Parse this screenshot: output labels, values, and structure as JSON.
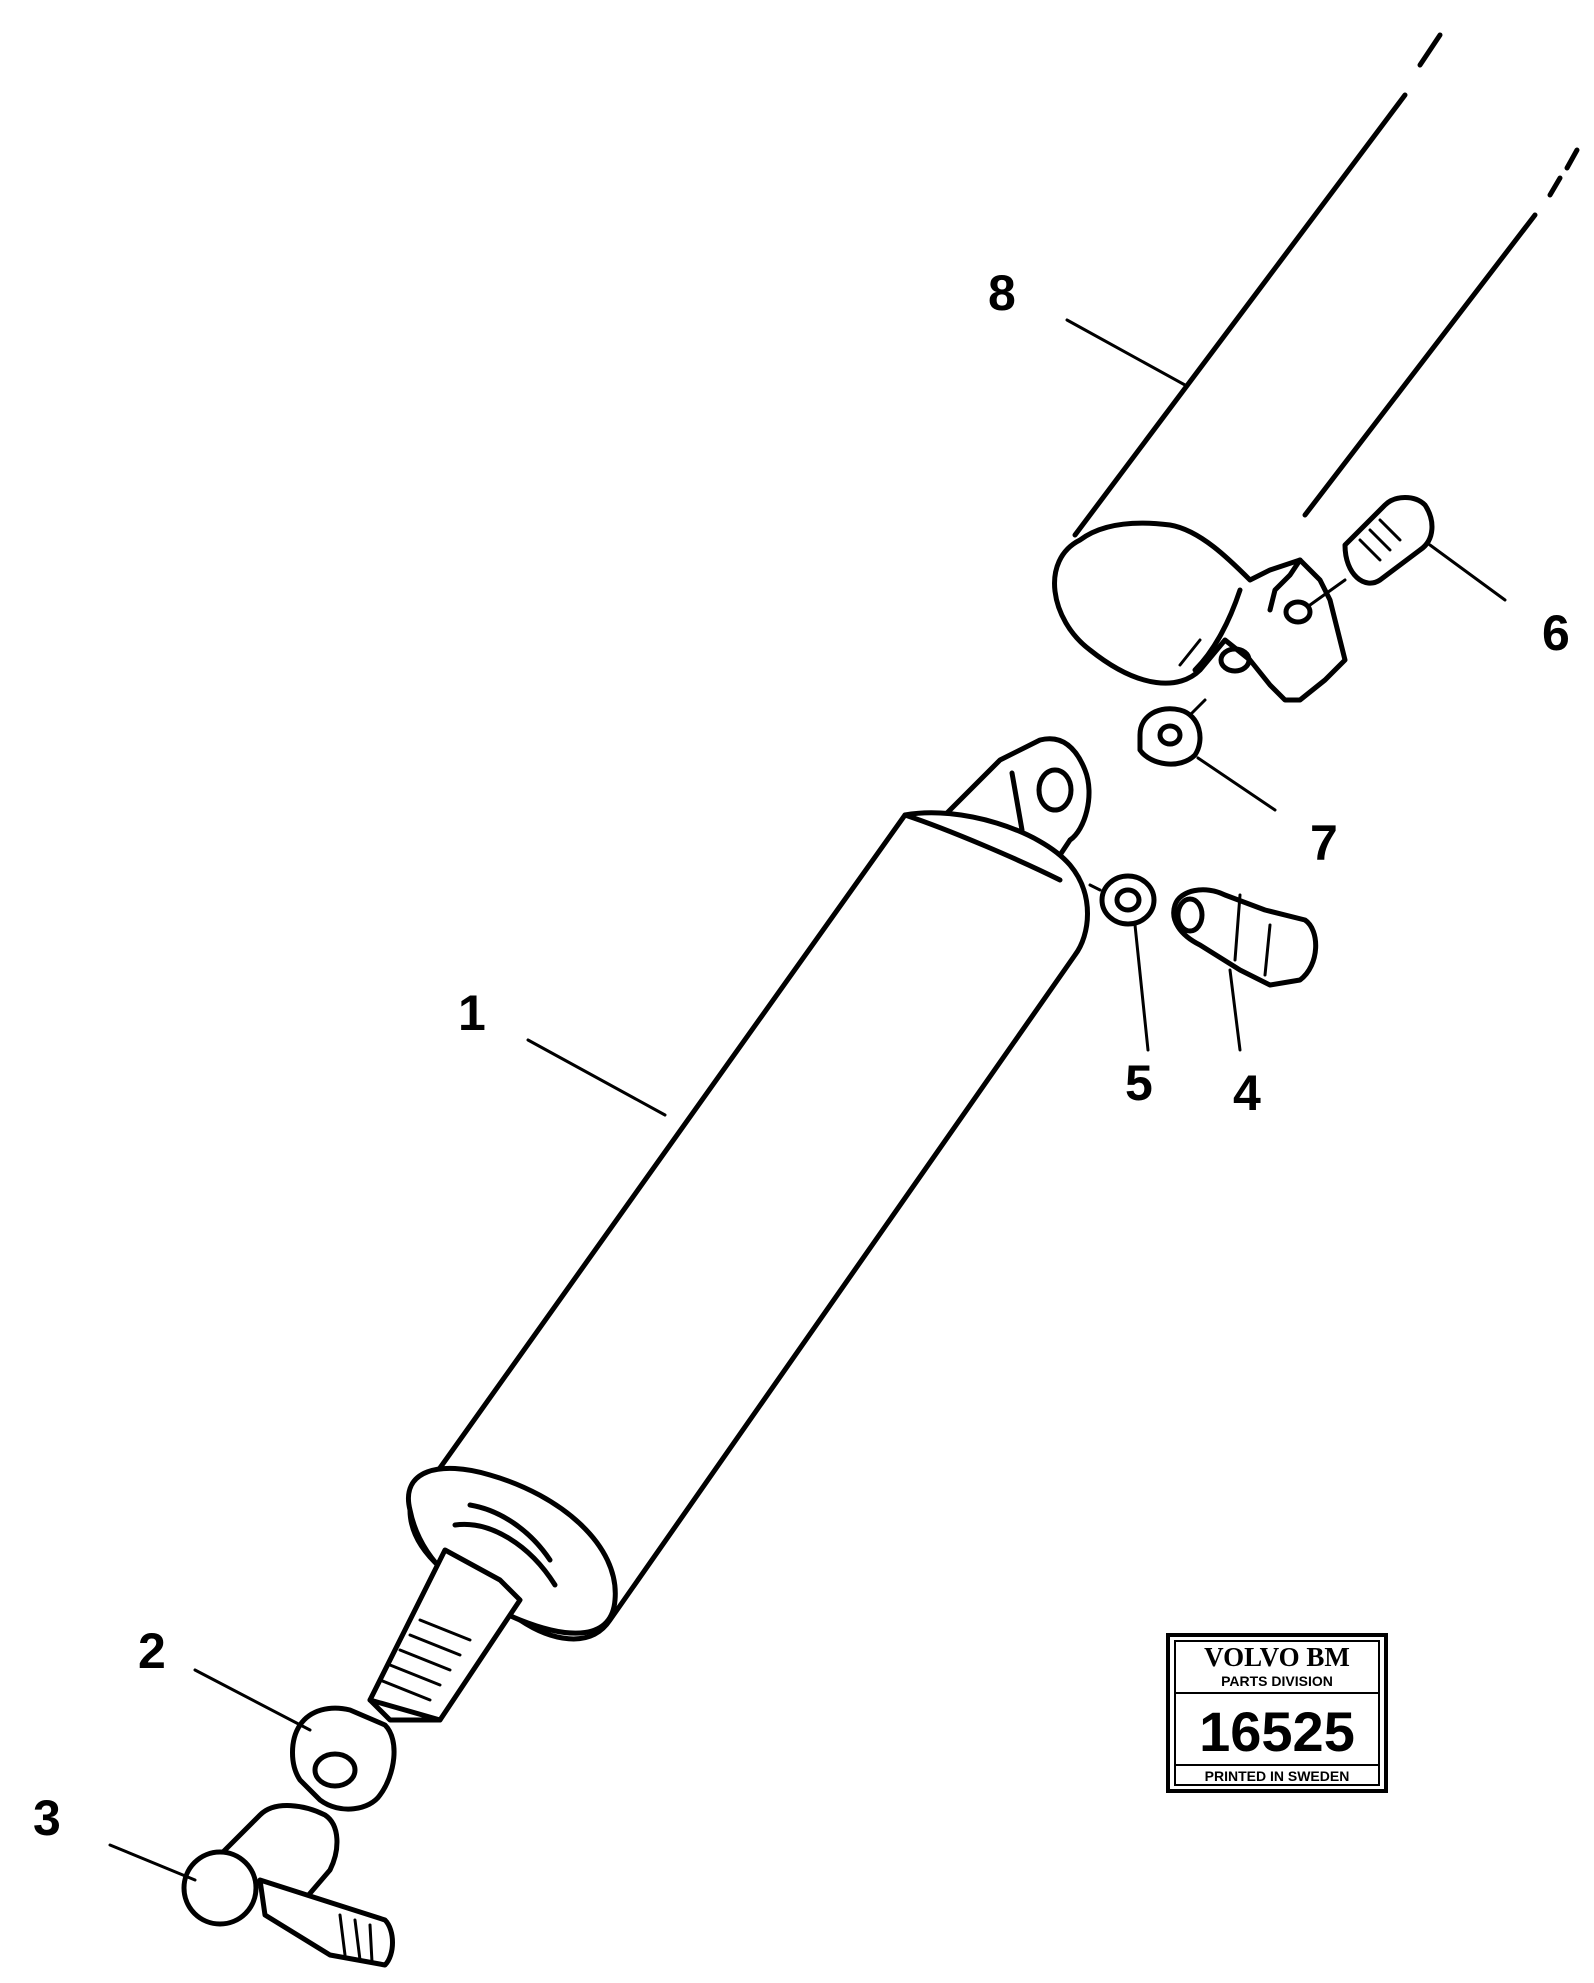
{
  "callouts": [
    {
      "id": "1",
      "text": "1"
    },
    {
      "id": "2",
      "text": "2"
    },
    {
      "id": "3",
      "text": "3"
    },
    {
      "id": "4",
      "text": "4"
    },
    {
      "id": "5",
      "text": "5"
    },
    {
      "id": "6",
      "text": "6"
    },
    {
      "id": "7",
      "text": "7"
    },
    {
      "id": "8",
      "text": "8"
    }
  ],
  "stamp": {
    "brand": "VOLVO BM",
    "division": "PARTS DIVISION",
    "number": "16525",
    "footer": "PRINTED IN SWEDEN"
  }
}
